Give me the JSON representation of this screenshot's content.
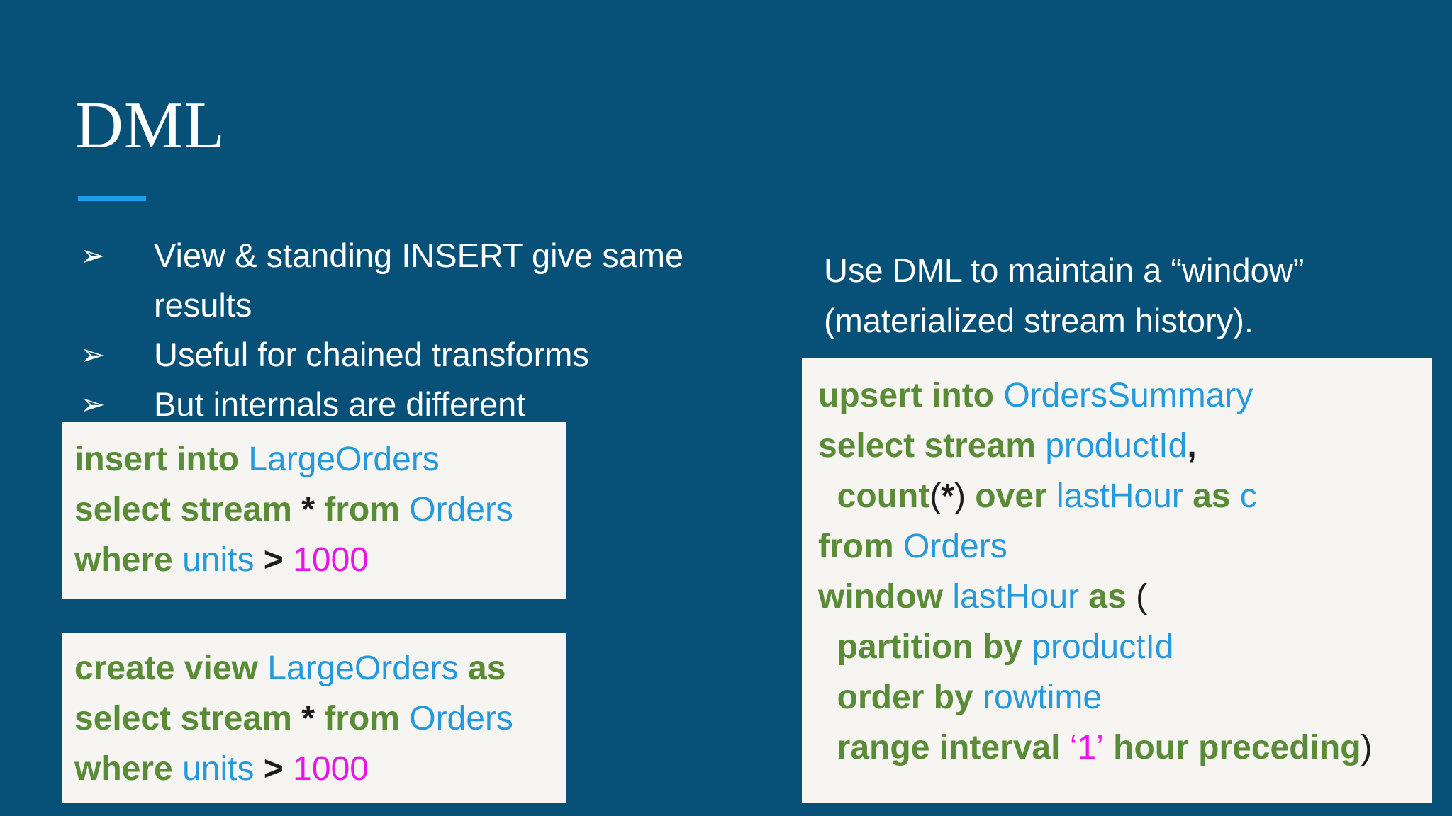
{
  "slide": {
    "title": "DML",
    "bullets": {
      "glyph": "➢",
      "items": [
        {
          "lines": [
            "View & standing INSERT give same",
            "results"
          ]
        },
        {
          "lines": [
            "Useful for chained transforms"
          ]
        },
        {
          "lines": [
            "But internals are different"
          ]
        }
      ]
    },
    "intro": {
      "lines": [
        "Use DML to maintain a “window”",
        "(materialized stream history)."
      ]
    }
  },
  "colors": {
    "background": "#075179",
    "accent_rule": "#1E9DE8",
    "code_background": "#F6F5F2",
    "keyword_green": "#5A8B37",
    "identifier_blue": "#2499DE",
    "literal_magenta": "#EC13EA",
    "punctuation_dark": "#1C1C1C",
    "text_white": "#FFFFFF"
  },
  "code_blocks": [
    {
      "name": "insert-statement",
      "lines": [
        [
          {
            "t": "insert into ",
            "c": "kw"
          },
          {
            "t": "LargeOrders",
            "c": "id"
          }
        ],
        [
          {
            "t": "select stream ",
            "c": "kw"
          },
          {
            "t": "*",
            "c": "op"
          },
          {
            "t": " from ",
            "c": "kw"
          },
          {
            "t": "Orders",
            "c": "id"
          }
        ],
        [
          {
            "t": "where ",
            "c": "kw"
          },
          {
            "t": "units ",
            "c": "id"
          },
          {
            "t": "> ",
            "c": "op"
          },
          {
            "t": "1000",
            "c": "num"
          }
        ]
      ]
    },
    {
      "name": "create-view-statement",
      "lines": [
        [
          {
            "t": "create view ",
            "c": "kw"
          },
          {
            "t": "LargeOrders",
            "c": "id"
          },
          {
            "t": " as",
            "c": "kw"
          }
        ],
        [
          {
            "t": "select stream ",
            "c": "kw"
          },
          {
            "t": "*",
            "c": "op"
          },
          {
            "t": " from ",
            "c": "kw"
          },
          {
            "t": "Orders",
            "c": "id"
          }
        ],
        [
          {
            "t": "where ",
            "c": "kw"
          },
          {
            "t": "units ",
            "c": "id"
          },
          {
            "t": "> ",
            "c": "op"
          },
          {
            "t": "1000",
            "c": "num"
          }
        ]
      ]
    },
    {
      "name": "upsert-statement",
      "lines": [
        [
          {
            "t": "upsert into ",
            "c": "kw"
          },
          {
            "t": "OrdersSummary",
            "c": "id"
          }
        ],
        [
          {
            "t": "select stream ",
            "c": "kw"
          },
          {
            "t": "productId",
            "c": "id"
          },
          {
            "t": ",",
            "c": "op"
          }
        ],
        [
          {
            "t": "  ",
            "c": "punct"
          },
          {
            "t": "count",
            "c": "kw"
          },
          {
            "t": "(",
            "c": "punct"
          },
          {
            "t": "*",
            "c": "op"
          },
          {
            "t": ")",
            "c": "punct"
          },
          {
            "t": " over ",
            "c": "kw"
          },
          {
            "t": "lastHour",
            "c": "id"
          },
          {
            "t": " as ",
            "c": "kw"
          },
          {
            "t": "c",
            "c": "id"
          }
        ],
        [
          {
            "t": "from ",
            "c": "kw"
          },
          {
            "t": "Orders",
            "c": "id"
          }
        ],
        [
          {
            "t": "window ",
            "c": "kw"
          },
          {
            "t": "lastHour",
            "c": "id"
          },
          {
            "t": " as ",
            "c": "kw"
          },
          {
            "t": "(",
            "c": "punct"
          }
        ],
        [
          {
            "t": "  ",
            "c": "punct"
          },
          {
            "t": "partition by ",
            "c": "kw"
          },
          {
            "t": "productId",
            "c": "id"
          }
        ],
        [
          {
            "t": "  ",
            "c": "punct"
          },
          {
            "t": "order by ",
            "c": "kw"
          },
          {
            "t": "rowtime",
            "c": "id"
          }
        ],
        [
          {
            "t": "  ",
            "c": "punct"
          },
          {
            "t": "range interval ",
            "c": "kw"
          },
          {
            "t": "‘1’",
            "c": "num"
          },
          {
            "t": " hour preceding",
            "c": "kw"
          },
          {
            "t": ")",
            "c": "punct"
          }
        ]
      ]
    }
  ]
}
